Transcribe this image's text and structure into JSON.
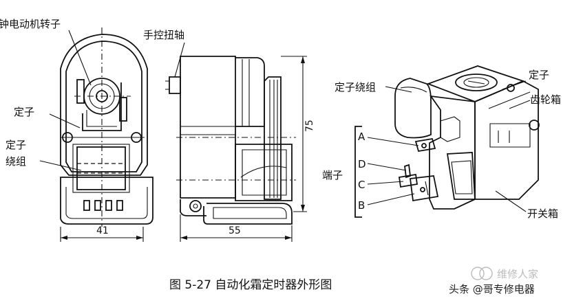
{
  "labels": {
    "rotor": "钟电动机转子",
    "knob_shaft": "手控扭轴",
    "stator_left": "定子",
    "winding_left_1": "定子",
    "winding_left_2": "绕组",
    "winding_right": "定子绕组",
    "stator_right": "定子",
    "gearbox": "齿轮箱",
    "terminal_a": "A",
    "terminal_d": "D",
    "terminal_c": "C",
    "terminal_b": "B",
    "terminals": "端子",
    "switch_box": "开关箱"
  },
  "dimensions": {
    "width_front": "41",
    "width_side": "55",
    "height_side": "75"
  },
  "caption": "图 5-27    自动化霜定时器外形图",
  "watermark": {
    "brand": "维修人家",
    "author": "头条 @哥专修电器"
  }
}
